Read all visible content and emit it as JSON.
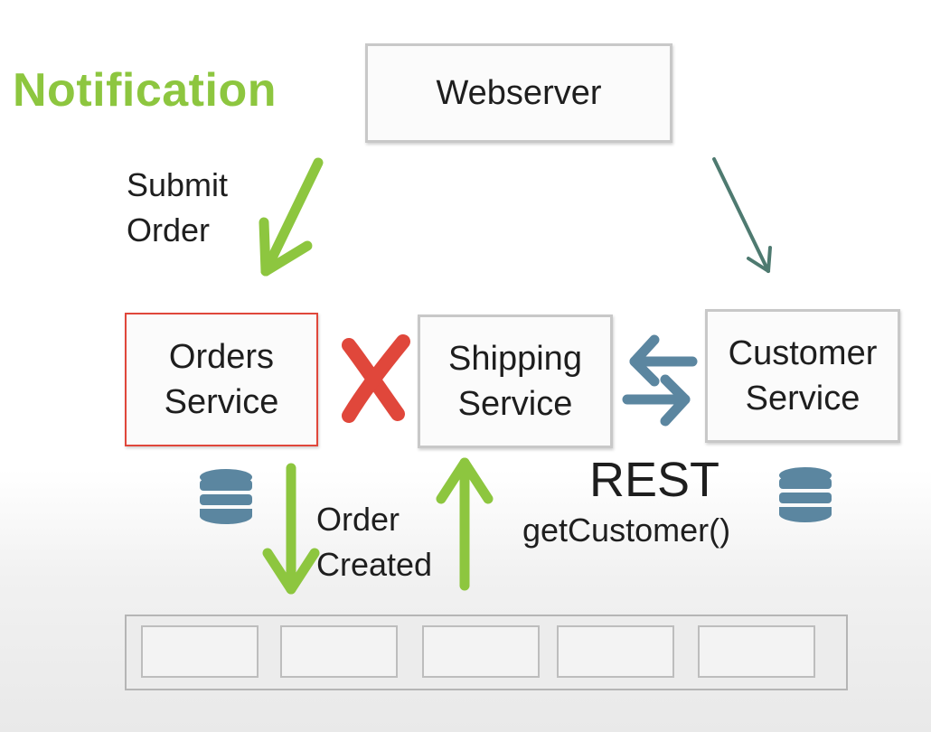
{
  "title": "Notification",
  "webserver": "Webserver",
  "submit_order": [
    "Submit",
    "Order"
  ],
  "orders_service": [
    "Orders",
    "Service"
  ],
  "shipping_service": [
    "Shipping",
    "Service"
  ],
  "customer_service": [
    "Customer",
    "Service"
  ],
  "order_created": [
    "Order",
    "Created"
  ],
  "rest": "REST",
  "get_customer": "getCustomer()",
  "colors": {
    "green": "#8dc63f",
    "red": "#e0473b",
    "blue": "#5b86a0",
    "teal_arrow": "#4e7a70"
  },
  "queue_slot_count": 5
}
